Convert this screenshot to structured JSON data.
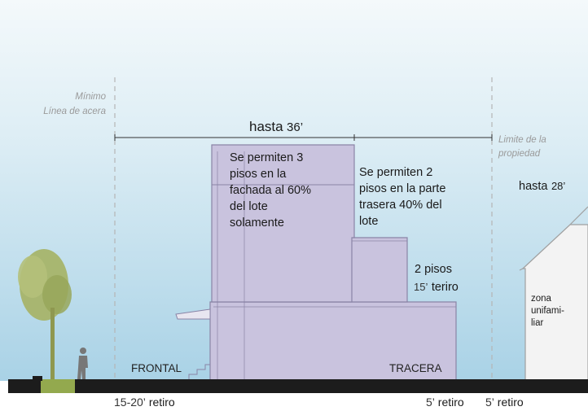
{
  "labels": {
    "minimo_line1": "Mínimo",
    "minimo_line2": "Línea de acera",
    "limite_line1": "Limite de la",
    "limite_line2": "propiedad",
    "hasta_main_word": "hasta",
    "hasta_main_value": "36’",
    "hasta_side_word": "hasta",
    "hasta_side_value": "28’",
    "front_text": "Se permiten 3\npisos en la\nfachada al 60%\ndel lote\nsolamente",
    "rear_text": "Se permiten 2\npisos en la parte\ntrasera 40% del\nlote",
    "two_floors": "2 pisos",
    "setback_value": "15’",
    "setback_word": "teriro",
    "zone": "zona\nunifami-\nliar",
    "frontal": "FRONTAL",
    "tracera": "TRACERA",
    "bottom_left_value": "15-20’",
    "bottom_left_word": "retiro",
    "bottom_mid_value": "5’",
    "bottom_mid_word": "retiro",
    "bottom_right_value": "5’",
    "bottom_right_word": "retiro"
  },
  "colors": {
    "sky_top": "#f4f9fb",
    "sky_bottom": "#a9d2e6",
    "building": "#c9c3de",
    "building_stroke": "#8a84a6",
    "ground": "#1c1c1c",
    "grass": "#93a94e",
    "tree": "#a7b46a",
    "person": "#777777",
    "house": "#f3f3f3"
  }
}
